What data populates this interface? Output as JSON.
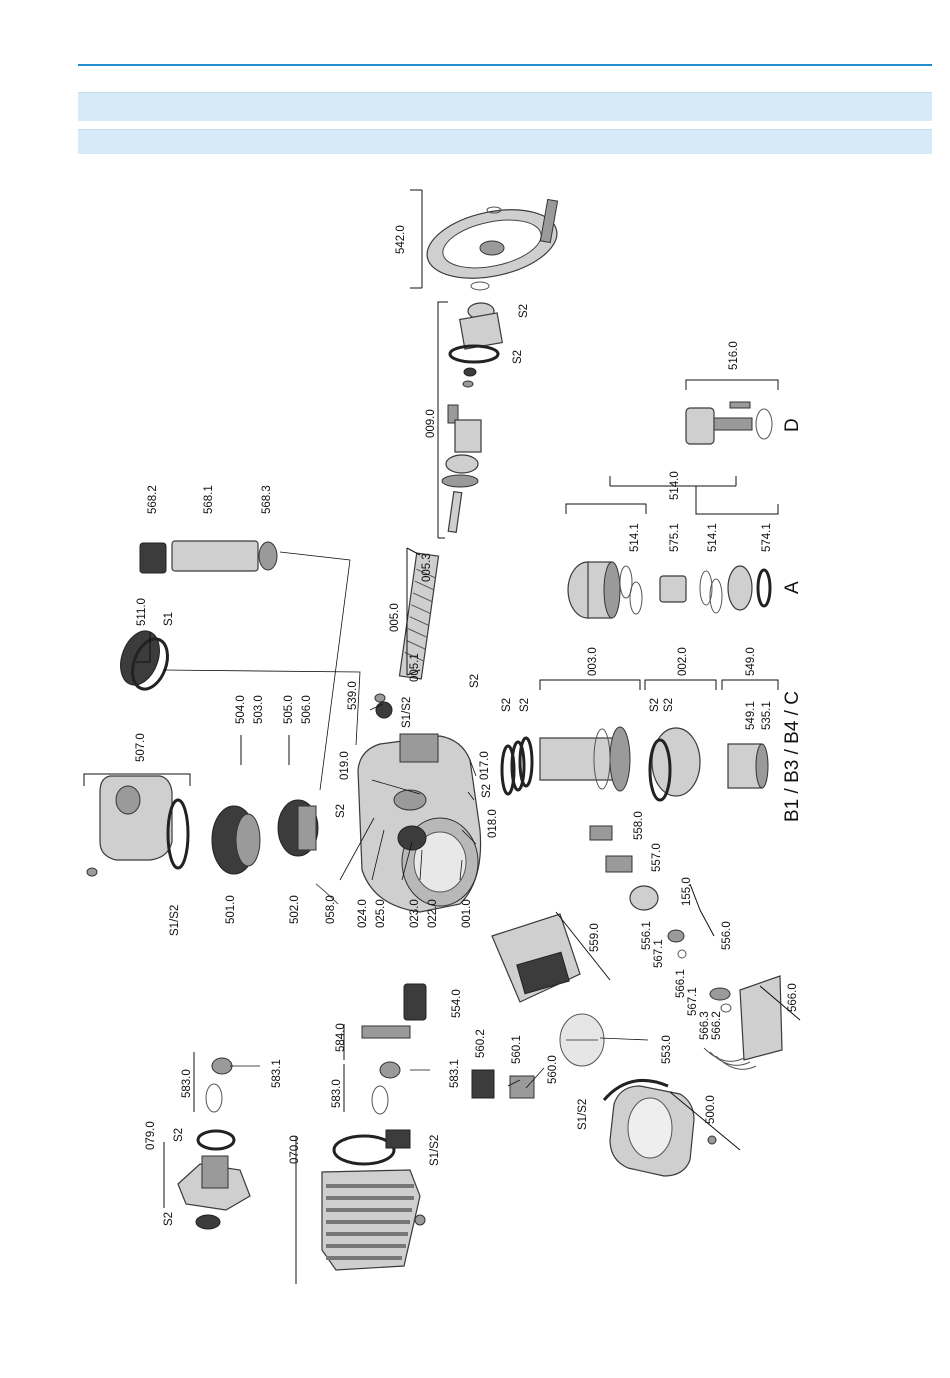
{
  "labels": {
    "l_542_0": "542.0",
    "l_s2_a": "S2",
    "l_s2_b": "S2",
    "l_009_0": "009.0",
    "l_516_0": "516.0",
    "l_d": "D",
    "l_568_2": "568.2",
    "l_568_1": "568.1",
    "l_568_3": "568.3",
    "l_511_0": "511.0",
    "l_s1": "S1",
    "l_005_0": "005.0",
    "l_005_3": "005.3",
    "l_005_1": "005.1",
    "l_s2_c": "S2",
    "l_514_0": "514.0",
    "l_514_1a": "514.1",
    "l_575_1": "575.1",
    "l_514_1b": "514.1",
    "l_574_1": "574.1",
    "l_a": "A",
    "l_003_0": "003.0",
    "l_002_0": "002.0",
    "l_549_0": "549.0",
    "l_s2_d": "S2",
    "l_s2_e": "S2",
    "l_s2_f": "S2",
    "l_s2_g": "S2",
    "l_549_1": "549.1",
    "l_535_1": "535.1",
    "l_b1": "B1 / B3 / B4 / C",
    "l_539_0": "539.0",
    "l_s1s2_a": "S1/S2",
    "l_507_0": "507.0",
    "l_504_0": "504.0",
    "l_503_0": "503.0",
    "l_505_0": "505.0",
    "l_506_0": "506.0",
    "l_019_0": "019.0",
    "l_017_0": "017.0",
    "l_s2_h": "S2",
    "l_s2_i": "S2",
    "l_018_0": "018.0",
    "l_s1s2_b": "S1/S2",
    "l_501_0": "501.0",
    "l_502_0": "502.0",
    "l_058_0": "058.0",
    "l_024_0": "024.0",
    "l_025_0": "025.0",
    "l_023_0": "023.0",
    "l_022_0": "022.0",
    "l_001_0": "001.0",
    "l_558_0": "558.0",
    "l_557_0": "557.0",
    "l_155_0": "155.0",
    "l_556_1": "556.1",
    "l_567_1a": "567.1",
    "l_556_0": "556.0",
    "l_559_0": "559.0",
    "l_566_1": "566.1",
    "l_567_1b": "567.1",
    "l_566_3": "566.3",
    "l_566_2": "566.2",
    "l_566_0": "566.0",
    "l_554_0": "554.0",
    "l_584_0": "584.0",
    "l_583_0a": "583.0",
    "l_583_1a": "583.1",
    "l_583_0b": "583.0",
    "l_583_1b": "583.1",
    "l_560_2": "560.2",
    "l_560_1": "560.1",
    "l_560_0": "560.0",
    "l_553_0": "553.0",
    "l_s1s2_c": "S1/S2",
    "l_500_0": "500.0",
    "l_079_0": "079.0",
    "l_s2_j": "S2",
    "l_s2_k": "S2",
    "l_070_0": "070.0",
    "l_s1s2_d": "S1/S2"
  }
}
